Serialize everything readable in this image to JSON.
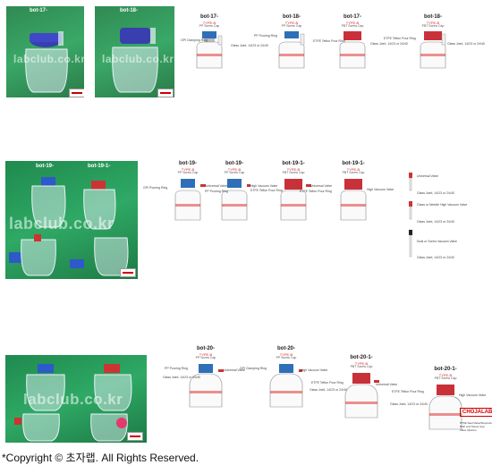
{
  "photos": {
    "p1": {
      "tag": "bot-17-",
      "watermark": "labclub.co.kr"
    },
    "p2": {
      "tag": "bot-18-",
      "watermark": "labclub.co.kr"
    },
    "p3": {
      "tags": [
        "bot-19-",
        "bot-19-1-"
      ],
      "watermark": "labclub.co.kr"
    },
    "p4": {
      "watermark": "labclub.co.kr"
    }
  },
  "items": {
    "bot17": {
      "code": "bot-17-",
      "type": "TYPE-B",
      "sub": "PP Screw Cap",
      "labels": [
        "GPI Clamping Ring",
        "Glass Joint, 14/23 or 24/40"
      ]
    },
    "bot18": {
      "code": "bot-18-",
      "type": "TYPE-B",
      "sub": "PP Screw Cap",
      "labels": [
        "PP Pouring Ring",
        "ETFE Teflon Pour Ring"
      ]
    },
    "bot17b": {
      "code": "bot-17-",
      "type": "TYPE-B",
      "sub": "PBT Screw Cap",
      "labels": [
        "Glass Joint, 14/23 or 24/40"
      ]
    },
    "bot18b": {
      "code": "bot-18-",
      "type": "TYPE-B",
      "sub": "PBT Screw Cap",
      "labels": [
        "ETFE Teflon Pour Ring",
        "Glass Joint, 14/23 or 24/40"
      ]
    },
    "bot19": {
      "code": "bot-19-",
      "type": "TYPE-B",
      "sub": "PP Screw Cap",
      "labels": [
        "GPI Pouring Ring",
        "Universal Valve"
      ]
    },
    "bot19b": {
      "code": "bot-19-",
      "type": "TYPE-B",
      "sub": "PP Screw Cap",
      "labels": [
        "PP Pouring Ring",
        "High Vacuum Valve",
        "ETFE Teflon Pour Ring"
      ]
    },
    "bot191": {
      "code": "bot-19-1-",
      "type": "TYPE-B",
      "sub": "PBT Screw Cap",
      "labels": [
        "Universal Valve",
        "ETFE Teflon Pour Ring"
      ]
    },
    "bot191b": {
      "code": "bot-19-1-",
      "type": "TYPE-B",
      "sub": "PBT Screw Cap",
      "labels": [
        "High Vacuum Valve"
      ]
    },
    "bot20": {
      "code": "bot-20-",
      "type": "TYPE-B",
      "sub": "PP Screw Cap",
      "labels": [
        "PP Pouring Ring",
        "Universal Valve",
        "Glass Joint, 14/23 or 24/40"
      ]
    },
    "bot20b": {
      "code": "bot-20-",
      "type": "TYPE-B",
      "sub": "PP Screw Cap",
      "labels": [
        "GPI Clamping Ring",
        "High Vacuum Valve"
      ]
    },
    "bot201": {
      "code": "bot-20-1-",
      "type": "TYPE-B",
      "sub": "PBT Screw Cap",
      "labels": [
        "ETFE Teflon Pour Ring",
        "Universal Valve",
        "Glass Joint, 14/23 or 24/40"
      ]
    },
    "bot201b": {
      "code": "bot-20-1-",
      "type": "TYPE-B",
      "sub": "PBT Screw Cap",
      "labels": [
        "ETFE Teflon Pour Ring",
        "High Vacuum Valve",
        "Glass Joint, 14/23 or 24/40"
      ]
    }
  },
  "valves": {
    "labels": [
      "Universal Valve",
      "Glass Joint, 14/23 or 24/40",
      "Glass or Needle High Vacuum Valve",
      "Glass Joint, 14/23 or 24/40",
      "Dual or Screw Vacuum Valve",
      "Glass Joint, 14/23 or 24/40"
    ]
  },
  "brand": {
    "name": "CHOJALAB",
    "note": [
      "PTFE Seal Valve/Stopcock",
      "Both end Screw Cap",
      "Valve Options"
    ]
  },
  "footer": {
    "text": "*Copyright © 초자랩.     All Rights Reserved."
  },
  "colors": {
    "blue_cap": "#2e6fb8",
    "red_cap": "#c8313a",
    "green_bg": "#2f9a5d",
    "blue_bg": "#6a8fb3"
  }
}
